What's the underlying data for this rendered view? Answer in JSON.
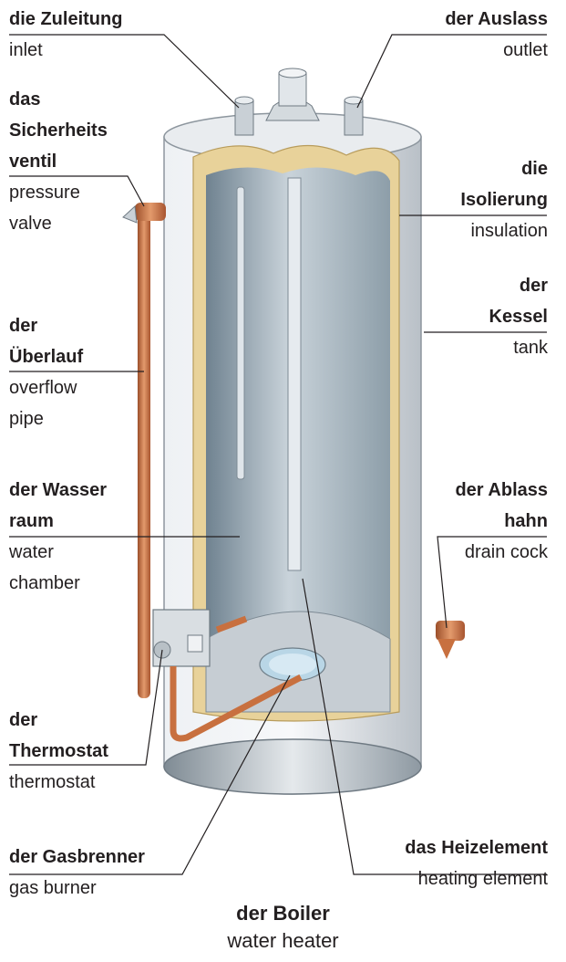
{
  "labels": {
    "inlet": {
      "de": "die Zuleitung",
      "en": "inlet"
    },
    "outlet": {
      "de": "der Auslass",
      "en": "outlet"
    },
    "pressure_valve": {
      "de": [
        "das",
        "Sicherheits",
        "ventil"
      ],
      "en": [
        "pressure",
        "valve"
      ]
    },
    "insulation": {
      "de": [
        "die",
        "Isolierung"
      ],
      "en": [
        "insulation"
      ]
    },
    "tank": {
      "de": [
        "der",
        "Kessel"
      ],
      "en": [
        "tank"
      ]
    },
    "overflow_pipe": {
      "de": [
        "der",
        "Überlauf"
      ],
      "en": [
        "overflow",
        "pipe"
      ]
    },
    "drain_cock": {
      "de": [
        "der Ablass",
        "hahn"
      ],
      "en": [
        "drain cock"
      ]
    },
    "water_chamber": {
      "de": [
        "der Wasser",
        "raum"
      ],
      "en": [
        "water",
        "chamber"
      ]
    },
    "thermostat": {
      "de": [
        "der",
        "Thermostat"
      ],
      "en": [
        "thermostat"
      ]
    },
    "gas_burner": {
      "de": "der Gasbrenner",
      "en": "gas burner"
    },
    "heating_element": {
      "de": "das Heizelement",
      "en": "heating element"
    }
  },
  "caption": {
    "de": "der Boiler",
    "en": "water heater"
  },
  "colors": {
    "copper": "#c8703f",
    "tank_shell": "#dfe3e7",
    "insulation": "#e8d29a",
    "chamber": "#9fb0bb",
    "leader": "#231f20"
  }
}
